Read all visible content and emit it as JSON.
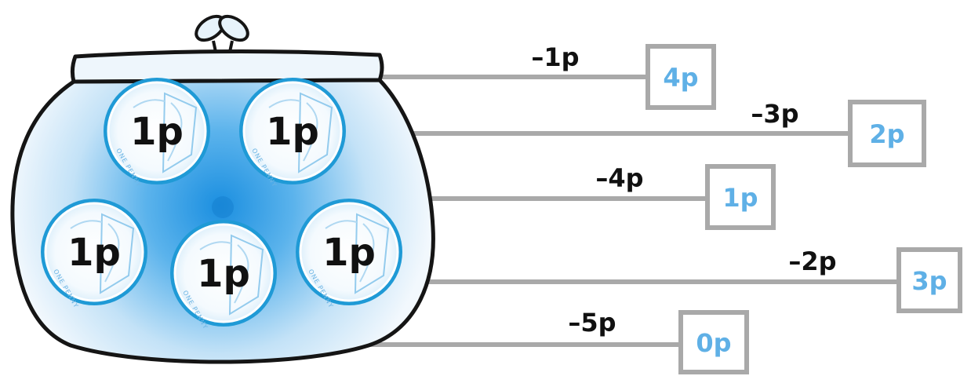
{
  "purse": {
    "coins": [
      {
        "label": "1p",
        "inscription": "ONE PENNY"
      },
      {
        "label": "1p",
        "inscription": "ONE PENNY"
      },
      {
        "label": "1p",
        "inscription": "ONE PENNY"
      },
      {
        "label": "1p",
        "inscription": "ONE PENNY"
      },
      {
        "label": "1p",
        "inscription": "ONE PENNY"
      }
    ]
  },
  "subtractions": [
    {
      "label": "–1p",
      "answer": "4p"
    },
    {
      "label": "–3p",
      "answer": "2p"
    },
    {
      "label": "–4p",
      "answer": "1p"
    },
    {
      "label": "–2p",
      "answer": "3p"
    },
    {
      "label": "–5p",
      "answer": "0p"
    }
  ],
  "colors": {
    "line": "#a9a9a9",
    "box_border": "#a9a9a9",
    "answer_text": "#5fb0e6",
    "coin_ring": "#1f9ad6",
    "purse_fill_center": "#1b8fe0",
    "outline": "#151515"
  }
}
